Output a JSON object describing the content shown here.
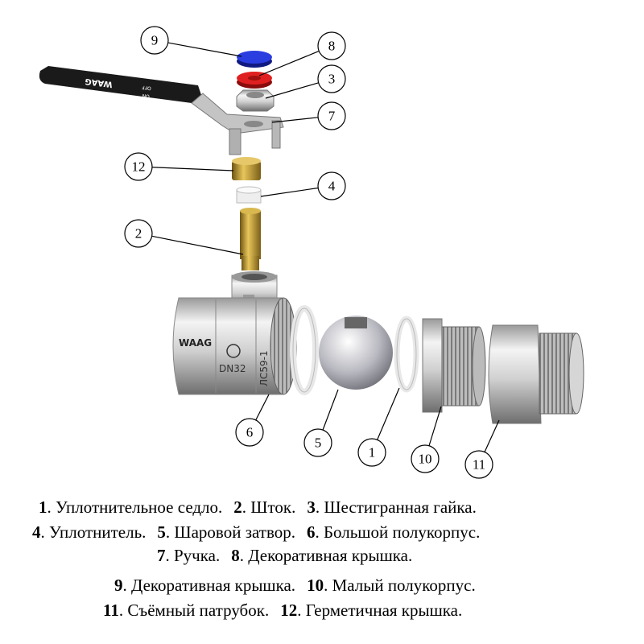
{
  "diagram": {
    "handle_brand": "WAAG",
    "handle_marks": [
      "OFF",
      "ON"
    ],
    "body_brand": "WAAG",
    "body_size": "DN32",
    "body_material": "ЛС59-1",
    "callouts": [
      "9",
      "8",
      "3",
      "7",
      "12",
      "4",
      "2",
      "6",
      "5",
      "1",
      "10",
      "11"
    ]
  },
  "legend": {
    "rows": [
      [
        {
          "num": "1",
          "text": ". Уплотнительное седло."
        },
        {
          "num": "2",
          "text": ". Шток."
        },
        {
          "num": "3",
          "text": ". Шестигранная гайка."
        }
      ],
      [
        {
          "num": "4",
          "text": ". Уплотнитель."
        },
        {
          "num": "5",
          "text": ". Шаровой затвор."
        },
        {
          "num": "6",
          "text": ". Большой полукорпус."
        }
      ],
      [
        {
          "num": "7",
          "text": ". Ручка."
        },
        {
          "num": "8",
          "text": ". Декоративная крышка."
        }
      ],
      [
        {
          "num": "9",
          "text": ". Декоративная крышка."
        },
        {
          "num": "10",
          "text": ". Малый полукорпус."
        }
      ],
      [
        {
          "num": "11",
          "text": ". Съёмный патрубок."
        },
        {
          "num": "12",
          "text": ". Герметичная крышка."
        }
      ]
    ]
  },
  "colors": {
    "blue_cap": "#2233cc",
    "red_cap": "#d81818",
    "brass": "#b8912a",
    "silver": "#c8c8c8",
    "handle": "#1a1a1a"
  }
}
